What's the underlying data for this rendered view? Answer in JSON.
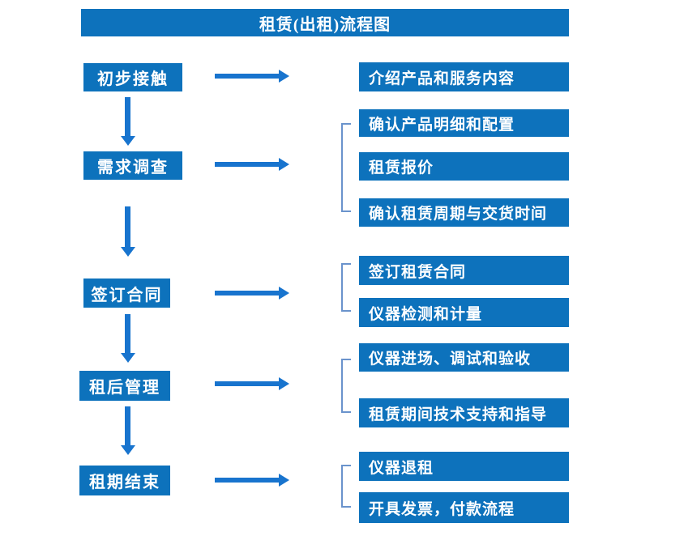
{
  "title": "租赁(出租)流程图",
  "colors": {
    "box_blue": "#0d72bc",
    "arrow_blue": "#1874ce",
    "bracket_blue": "#6a93cc",
    "text_color": "#ffffff",
    "background": "#ffffff"
  },
  "flow": [
    {
      "step": "初步接触",
      "details": [
        "介绍产品和服务内容"
      ]
    },
    {
      "step": "需求调查",
      "details": [
        "确认产品明细和配置",
        "租赁报价",
        "确认租赁周期与交货时间"
      ]
    },
    {
      "step": "签订合同",
      "details": [
        "签订租赁合同",
        "仪器检测和计量"
      ]
    },
    {
      "step": "租后管理",
      "details": [
        "仪器进场、调试和验收",
        "租赁期间技术支持和指导"
      ]
    },
    {
      "step": "租期结束",
      "details": [
        "仪器退租",
        "开具发票，付款流程"
      ]
    }
  ]
}
